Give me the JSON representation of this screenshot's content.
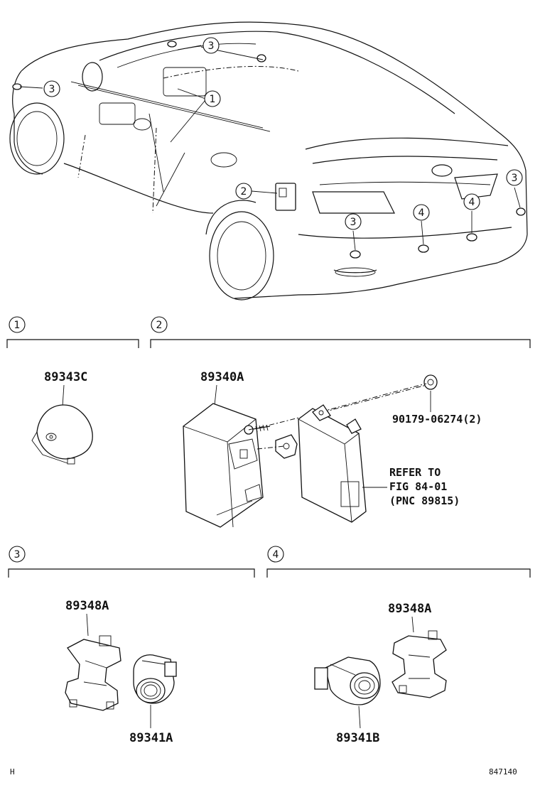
{
  "callouts": {
    "c1": "1",
    "c2": "2",
    "c3": "3",
    "c4": "4"
  },
  "sections": [
    {
      "number": "1"
    },
    {
      "number": "2"
    },
    {
      "number": "3"
    },
    {
      "number": "4"
    }
  ],
  "parts": {
    "p89343C": "89343C",
    "p89340A": "89340A",
    "p90179": "90179-06274(2)",
    "refer_line1": "REFER TO",
    "refer_line2": "FIG 84-01",
    "refer_line3": "(PNC 89815)",
    "p89348A_left": "89348A",
    "p89341A": "89341A",
    "p89348A_right": "89348A",
    "p89341B": "89341B"
  },
  "footer": {
    "left": "H",
    "right": "847140"
  }
}
